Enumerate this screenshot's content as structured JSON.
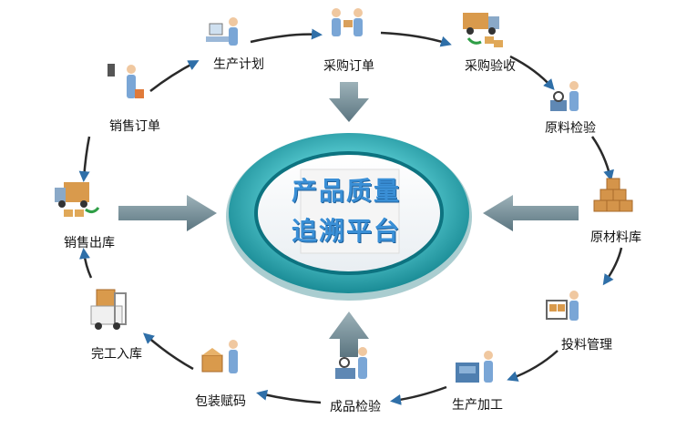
{
  "center": {
    "line1": "产品质量",
    "line2": "追溯平台"
  },
  "nodes": [
    {
      "id": "purchase-order",
      "label": "采购订单",
      "icon": "people-exchange-icon"
    },
    {
      "id": "purchase-receipt",
      "label": "采购验收",
      "icon": "delivery-truck-icon"
    },
    {
      "id": "raw-inspection",
      "label": "原料检验",
      "icon": "inspector-icon"
    },
    {
      "id": "raw-warehouse",
      "label": "原材料库",
      "icon": "boxes-stack-icon"
    },
    {
      "id": "material-feeding",
      "label": "投料管理",
      "icon": "cart-worker-icon"
    },
    {
      "id": "production-processing",
      "label": "生产加工",
      "icon": "machine-worker-icon"
    },
    {
      "id": "product-inspection",
      "label": "成品检验",
      "icon": "inspector-icon"
    },
    {
      "id": "packaging-coding",
      "label": "包装赋码",
      "icon": "package-worker-icon"
    },
    {
      "id": "finished-warehouse",
      "label": "完工入库",
      "icon": "forklift-icon"
    },
    {
      "id": "sales-outbound",
      "label": "销售出库",
      "icon": "delivery-truck-icon"
    },
    {
      "id": "sales-order",
      "label": "销售订单",
      "icon": "phone-worker-icon"
    },
    {
      "id": "production-plan",
      "label": "生产计划",
      "icon": "desk-worker-icon"
    }
  ],
  "colors": {
    "ring": "#1f9aa5",
    "arrow": "#2f6fa8",
    "bigArrow": "#6f8891",
    "label": "#3a8fd6"
  }
}
